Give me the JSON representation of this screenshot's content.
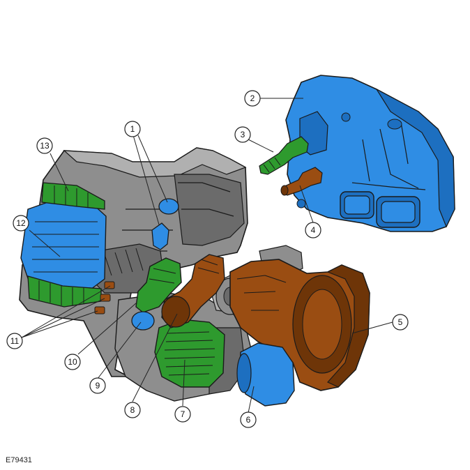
{
  "figure": {
    "id": "E79431",
    "callouts": [
      {
        "label": "1"
      },
      {
        "label": "2"
      },
      {
        "label": "3"
      },
      {
        "label": "4"
      },
      {
        "label": "5"
      },
      {
        "label": "6"
      },
      {
        "label": "7"
      },
      {
        "label": "8"
      },
      {
        "label": "9"
      },
      {
        "label": "10"
      },
      {
        "label": "11"
      },
      {
        "label": "12"
      },
      {
        "label": "13"
      }
    ]
  },
  "colors": {
    "housing": "#8e8e8e",
    "housing_dark": "#6b6b6b",
    "housing_light": "#b0b0b0",
    "blue": "#2f8de4",
    "blue_dark": "#1d6fc0",
    "green": "#2e9a2e",
    "green_dark": "#1f6f1f",
    "brown": "#9a4d12",
    "brown_dark": "#6e3508",
    "outline": "#1a1a1a"
  }
}
